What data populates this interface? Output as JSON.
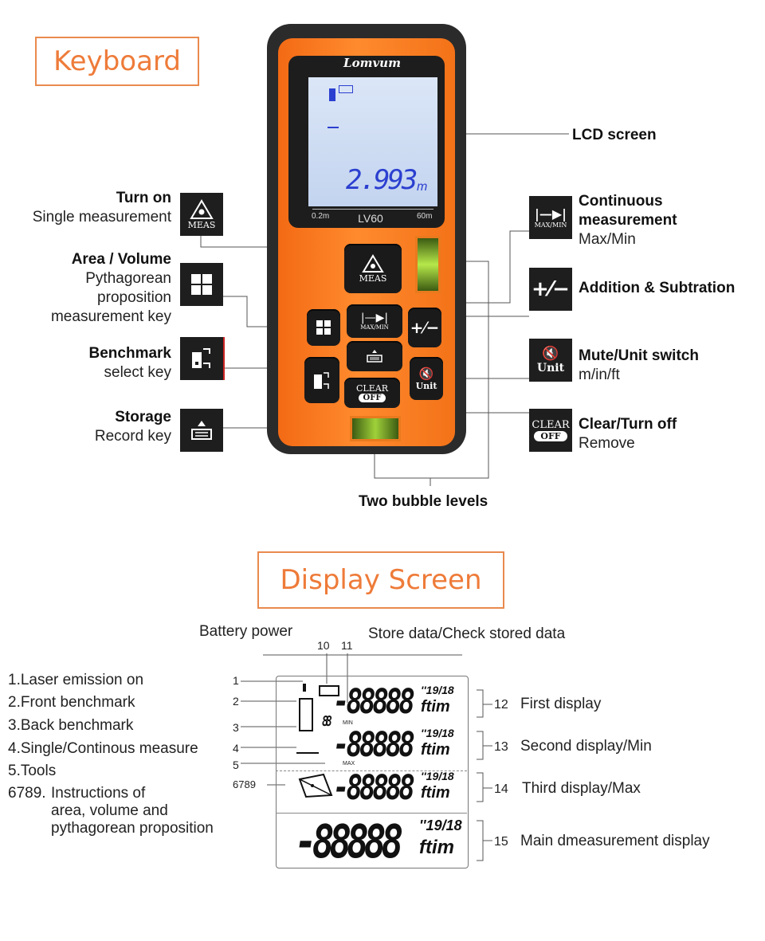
{
  "keyboard_title": "Keyboard",
  "display_title": "Display Screen",
  "device": {
    "brand": "Lomvum",
    "reading": "2.993",
    "reading_unit": "m",
    "scale_min": "0.2m",
    "scale_max": "60m",
    "model": "LV60",
    "btn_meas": "MEAS",
    "btn_maxmin": "MAX/MIN",
    "btn_unit": "Unit",
    "btn_clear": "CLEAR",
    "btn_off": "OFF"
  },
  "callouts": {
    "lcd_screen": "LCD screen",
    "turn_on": "Turn on",
    "single_measurement": "Single measurement",
    "area_volume": "Area / Volume",
    "pythagorean_1": "Pythagorean",
    "pythagorean_2": "proposition",
    "pythagorean_3": "measurement key",
    "benchmark": "Benchmark",
    "select_key": "select key",
    "storage": "Storage",
    "record_key": "Record key",
    "continuous_1": "Continuous",
    "continuous_2": "measurement",
    "max_min": "Max/Min",
    "addition": "Addition & Subtration",
    "mute": "Mute/Unit switch",
    "units": "m/in/ft",
    "clear_off": "Clear/Turn off",
    "remove": "Remove",
    "bubble_levels": "Two bubble levels"
  },
  "icons": {
    "meas": "MEAS",
    "maxmin": "MAX/MIN",
    "unit": "Unit",
    "clear": "CLEAR",
    "off": "OFF"
  },
  "display": {
    "battery_power": "Battery power",
    "store_data": "Store data/Check stored data",
    "num_10": "10",
    "num_11": "11",
    "items": [
      "1.Laser emission on",
      "2.Front benchmark",
      "3.Back benchmark",
      "4.Single/Continous measure"
    ],
    "item_5": "5.Tools",
    "item_6789_num": "6789.",
    "item_6789_lines": [
      "Instructions of",
      "area, volume and",
      "pythagorean proposition"
    ],
    "left_nums": [
      "1",
      "2",
      "3",
      "4",
      "5"
    ],
    "num_6789": "6789",
    "segments": "-88888",
    "seg_unit_top": "''19/18",
    "seg_unit_bottom": "ftim",
    "seg_small": "88",
    "min_label": "MIN",
    "max_label": "MAX",
    "rows": [
      {
        "num": "12",
        "label": "First display"
      },
      {
        "num": "13",
        "label": "Second display/Min"
      },
      {
        "num": "14",
        "label": "Third display/Max"
      },
      {
        "num": "15",
        "label": "Main dmeasurement display"
      }
    ]
  }
}
